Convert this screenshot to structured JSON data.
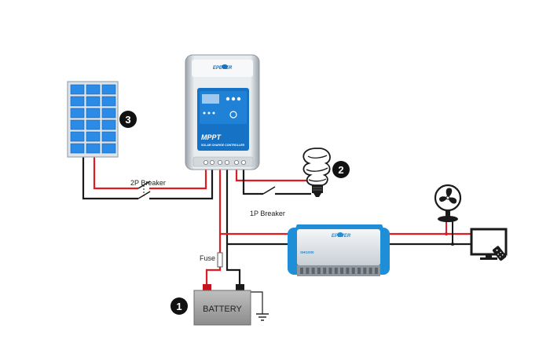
{
  "controller": {
    "brand": "EPEVER",
    "product_line": "MPPT",
    "subtitle": "SOLAR CHARGE CONTROLLER"
  },
  "inverter": {
    "brand": "EPEVER",
    "model": "SHI1000"
  },
  "labels": {
    "breaker_2p": "2P Breaker",
    "breaker_1p": "1P  Breaker",
    "fuse": "Fuse",
    "battery": "BATTERY"
  },
  "markers": {
    "battery": "1",
    "load": "2",
    "panel": "3"
  },
  "colors": {
    "positive_wire": "#e11b22",
    "negative_wire": "#1a1a1a",
    "controller_accent": "#1672c4",
    "inverter_accent": "#1e8fd6",
    "panel_cell": "#2b8be6"
  },
  "icons": {
    "panel": "solar-panel-icon",
    "load": "light-bulb-icon",
    "fan": "fan-icon",
    "tv": "tv-icon",
    "ground": "ground-icon"
  }
}
